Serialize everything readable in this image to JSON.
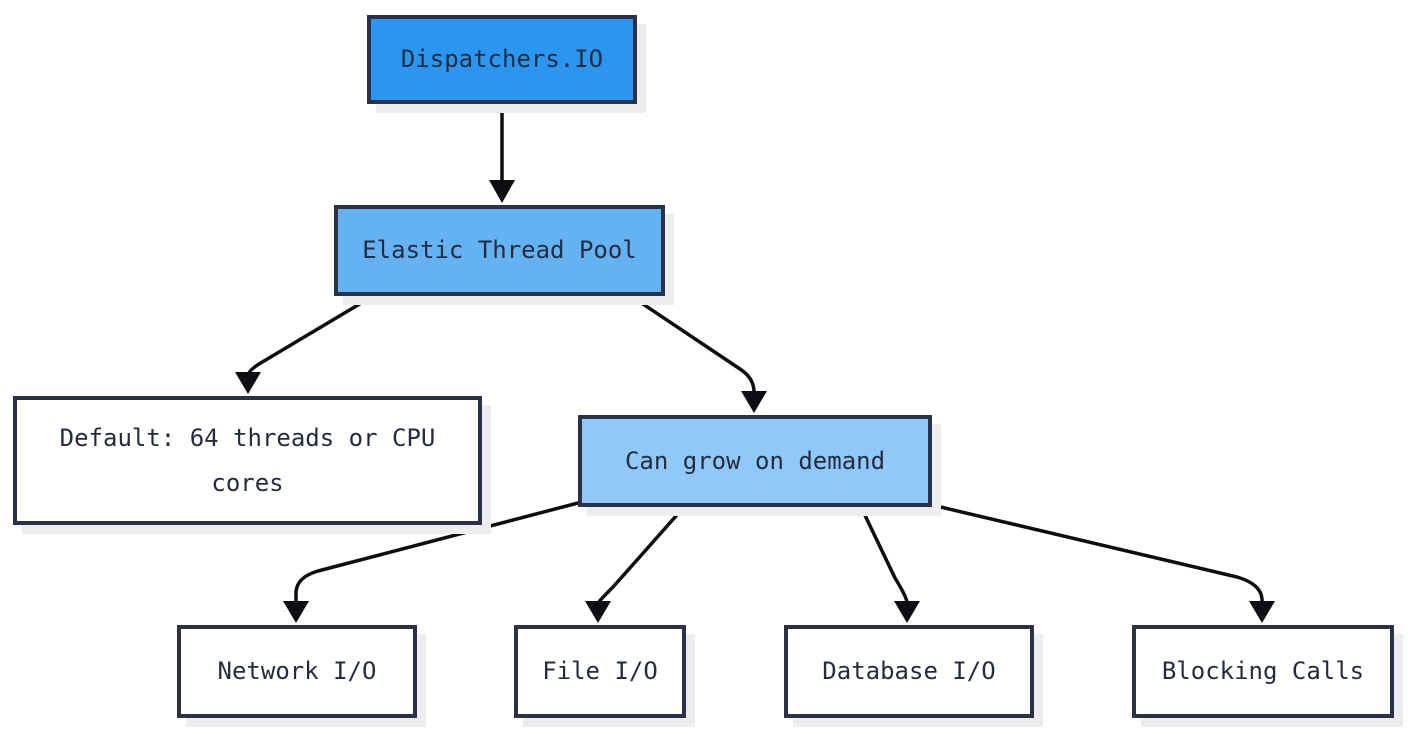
{
  "diagram": {
    "nodes": [
      {
        "id": "dispatchers-io",
        "label": "Dispatchers.IO",
        "fill": "#2b96f0"
      },
      {
        "id": "elastic-thread-pool",
        "label": "Elastic Thread Pool",
        "fill": "#64b2f2"
      },
      {
        "id": "default-threads",
        "label": "Default: 64 threads or CPU cores",
        "fill": "#ffffff"
      },
      {
        "id": "can-grow-on-demand",
        "label": "Can grow on demand",
        "fill": "#90c8f7"
      },
      {
        "id": "network-io",
        "label": "Network I/O",
        "fill": "#ffffff"
      },
      {
        "id": "file-io",
        "label": "File I/O",
        "fill": "#ffffff"
      },
      {
        "id": "database-io",
        "label": "Database I/O",
        "fill": "#ffffff"
      },
      {
        "id": "blocking-calls",
        "label": "Blocking Calls",
        "fill": "#ffffff"
      }
    ],
    "edges": [
      {
        "from": "dispatchers-io",
        "to": "elastic-thread-pool"
      },
      {
        "from": "elastic-thread-pool",
        "to": "default-threads"
      },
      {
        "from": "elastic-thread-pool",
        "to": "can-grow-on-demand"
      },
      {
        "from": "can-grow-on-demand",
        "to": "network-io"
      },
      {
        "from": "can-grow-on-demand",
        "to": "file-io"
      },
      {
        "from": "can-grow-on-demand",
        "to": "database-io"
      },
      {
        "from": "can-grow-on-demand",
        "to": "blocking-calls"
      }
    ],
    "colors": {
      "node_border": "#2b3147",
      "node_text": "#262c3f",
      "arrow": "#0d0d12",
      "shadow": "#ededf0",
      "accent_strong_blue": "#2b96f0",
      "accent_mid_blue": "#64b2f2",
      "accent_light_blue": "#90c8f7",
      "background": "#ffffff"
    }
  }
}
